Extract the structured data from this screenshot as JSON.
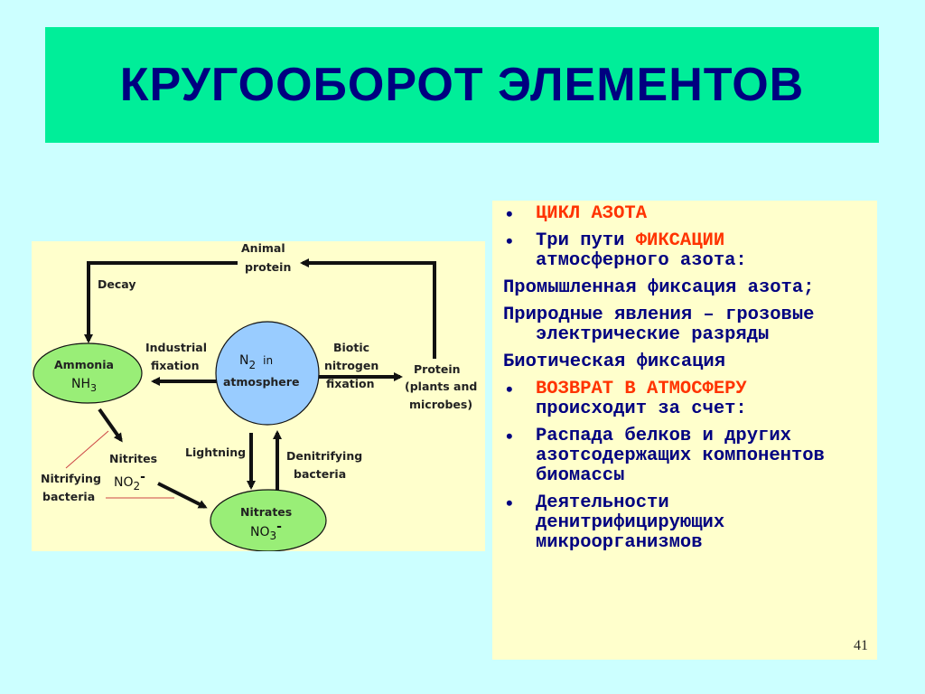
{
  "title": "КРУГООБОРОТ ЭЛЕМЕНТОВ",
  "diagram": {
    "animal_protein_1": "Animal",
    "animal_protein_2": "protein",
    "decay": "Decay",
    "ammonia_1": "Ammonia",
    "ammonia_2": "NH",
    "ammonia_sub": "3",
    "industrial_1": "Industrial",
    "industrial_2": "fixation",
    "n2_main": "N",
    "n2_sub": "2",
    "n2_in": "in",
    "atmosphere": "atmosphere",
    "biotic_1": "Biotic",
    "biotic_2": "nitrogen",
    "biotic_3": "fixation",
    "protein_1": "Protein",
    "protein_2": "(plants and",
    "protein_3": "microbes)",
    "nitrites": "Nitrites",
    "no2_main": "NO",
    "no2_sub": "2",
    "no2_sup": "-",
    "nitrifying_1": "Nitrifying",
    "nitrifying_2": "bacteria",
    "lightning": "Lightning",
    "denitrifying_1": "Denitrifying",
    "denitrifying_2": "bacteria",
    "nitrates": "Nitrates",
    "no3_main": "NO",
    "no3_sub": "3",
    "no3_sup": "-"
  },
  "text_items": [
    {
      "type": "bullet",
      "parts": [
        {
          "t": "ЦИКЛ АЗОТА",
          "accent": true
        }
      ]
    },
    {
      "type": "bullet",
      "parts": [
        {
          "t": "Три пути ",
          "accent": false
        },
        {
          "t": "ФИКСАЦИИ",
          "accent": true
        },
        {
          "t": " атмосферного азота:",
          "accent": false
        }
      ]
    },
    {
      "type": "plain",
      "parts": [
        {
          "t": "Промышленная фиксация азота;",
          "accent": false
        }
      ]
    },
    {
      "type": "plain",
      "parts": [
        {
          "t": "Природные явления – грозовые электрические разряды",
          "accent": false
        }
      ]
    },
    {
      "type": "plain",
      "parts": [
        {
          "t": "Биотическая фиксация",
          "accent": false
        }
      ]
    },
    {
      "type": "bullet",
      "parts": [
        {
          "t": "ВОЗВРАТ В АТМОСФЕРУ",
          "accent": true
        },
        {
          "t": " происходит за счет:",
          "accent": false
        }
      ]
    },
    {
      "type": "bullet",
      "parts": [
        {
          "t": "Распада белков и других азотсодержащих компонентов биомассы",
          "accent": false
        }
      ]
    },
    {
      "type": "bullet",
      "parts": [
        {
          "t": "Деятельности денитрифицирующих микроорганизмов",
          "accent": false
        }
      ]
    }
  ],
  "page_number": "41",
  "colors": {
    "background": "#ccffff",
    "title_bar": "#00ee99",
    "title_text": "#000080",
    "panel": "#ffffcc",
    "accent": "#ff3300",
    "ellipse_green": "#99ee77",
    "circle_blue": "#99ccff"
  }
}
